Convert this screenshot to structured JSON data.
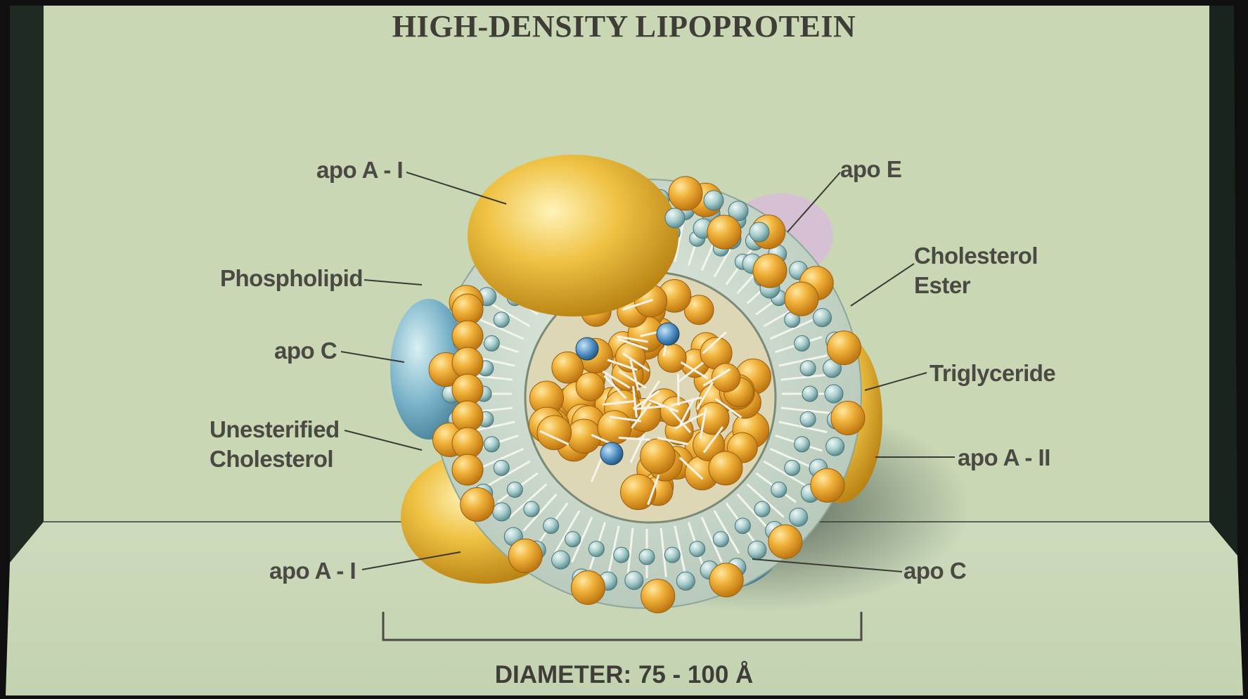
{
  "title": "HIGH-DENSITY LIPOPROTEIN",
  "labels": {
    "apo_a1_top": "apo A - I",
    "apo_e": "apo E",
    "phospholipid": "Phospholipid",
    "cholesterol_ester_line1": "Cholesterol",
    "cholesterol_ester_line2": "Ester",
    "apo_c_left": "apo C",
    "triglyceride": "Triglyceride",
    "unesterified_line1": "Unesterified",
    "unesterified_line2": "Cholesterol",
    "apo_a2": "apo A - II",
    "apo_a1_bottom": "apo A - I",
    "apo_c_bottom": "apo C"
  },
  "diameter": "DIAMETER:  75 - 100 Å",
  "colors": {
    "background": "#c9d6b4",
    "frame": "#0f0f0f",
    "lipid_orange": "#e9a52c",
    "phospholipid_head": "#9cc4c4",
    "apo_a1_yellow": "#e6b536",
    "apo_c_blue": "#6aa6c4"
  }
}
